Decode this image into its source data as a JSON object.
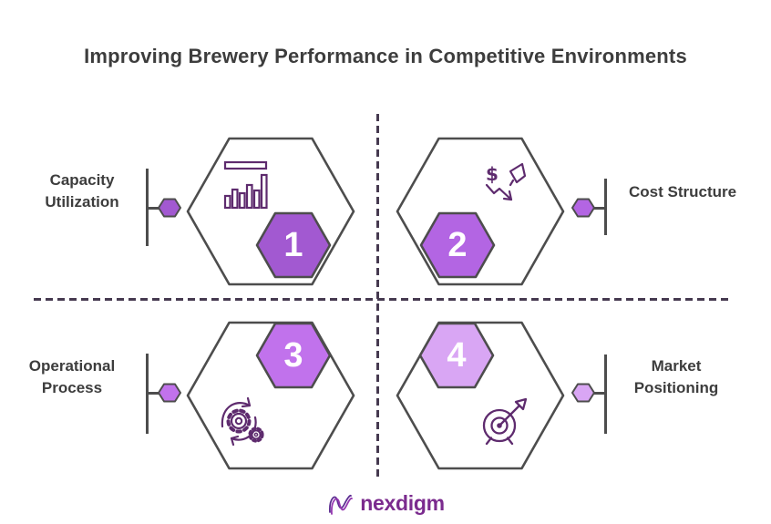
{
  "title": "Improving Brewery Performance in Competitive Environments",
  "brand": {
    "name": "nexdigm"
  },
  "colors": {
    "hex_1": "#a259d1",
    "hex_2": "#b365e3",
    "hex_3": "#c172ec",
    "hex_4": "#d9a6f4",
    "icon_stroke": "#5e2b6e",
    "outline_gray": "#4d4d4d",
    "dashed_line": "#463a50",
    "label_text": "#3d3d3d",
    "brand_purple": "#7b2b8e"
  },
  "quadrants": [
    {
      "number": "1",
      "label": "Capacity Utilization",
      "label_line1": "Capacity",
      "label_line2": "Utilization",
      "icon": "bar-chart",
      "fill": "#a259d1",
      "position": "top-left"
    },
    {
      "number": "2",
      "label": "Cost Structure",
      "label_line1": "Cost Structure",
      "label_line2": "",
      "icon": "cost-decline",
      "fill": "#b365e3",
      "position": "top-right"
    },
    {
      "number": "3",
      "label": "Operational Process",
      "label_line1": "Operational",
      "label_line2": "Process",
      "icon": "process-gears",
      "fill": "#c172ec",
      "position": "bottom-left"
    },
    {
      "number": "4",
      "label": "Market Positioning",
      "label_line1": "Market",
      "label_line2": "Positioning",
      "icon": "target-arrow",
      "fill": "#d9a6f4",
      "position": "bottom-right"
    }
  ]
}
